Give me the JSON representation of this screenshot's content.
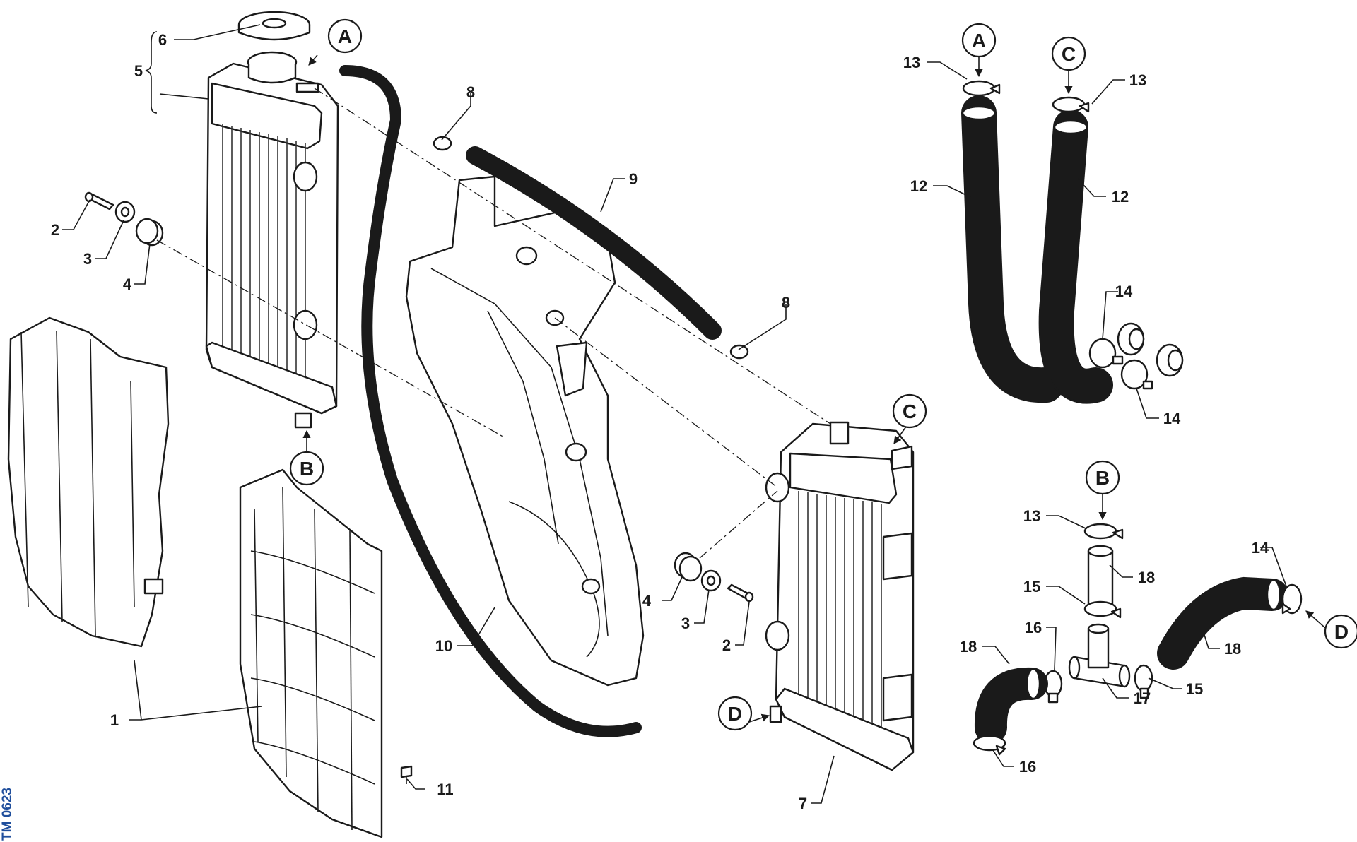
{
  "drawing_code": "TM 0623",
  "connections": {
    "A": "A",
    "B": "B",
    "C": "C",
    "D": "D"
  },
  "parts": {
    "p1": "1",
    "p2": "2",
    "p3": "3",
    "p4": "4",
    "p5": "5",
    "p6": "6",
    "p7": "7",
    "p8": "8",
    "p9": "9",
    "p10": "10",
    "p11": "11",
    "p12": "12",
    "p13": "13",
    "p14": "14",
    "p15": "15",
    "p16": "16",
    "p17": "17",
    "p18": "18"
  },
  "colors": {
    "line": "#1a1a1a",
    "hose_fill": "#d8d8d8",
    "code_text": "#1f4e9c"
  }
}
